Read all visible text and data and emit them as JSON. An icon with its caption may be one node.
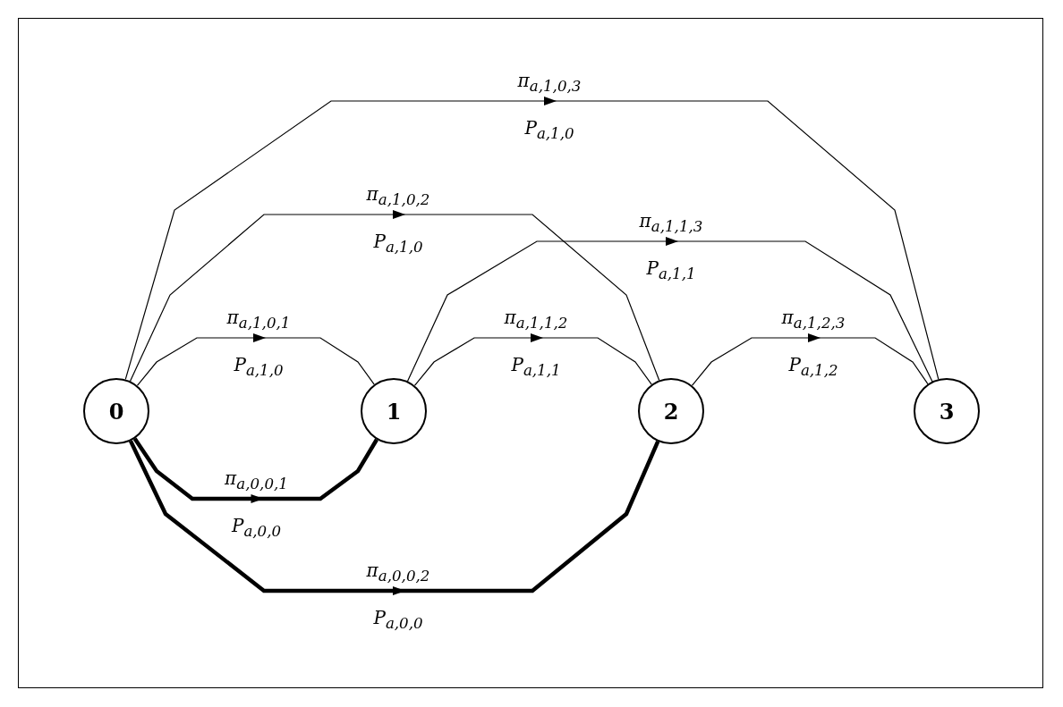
{
  "diagram": {
    "nodes": [
      {
        "text": [
          "0"
        ]
      },
      {
        "text": [
          "1"
        ]
      },
      {
        "text": [
          "2"
        ]
      },
      {
        "text": [
          "3"
        ]
      }
    ],
    "edges": [
      {
        "from": 0,
        "to": 3,
        "arrow": "to",
        "label": "π$_{a,1,0,3}$ P$_{a,1,0}$"
      },
      {
        "from": 0,
        "to": 2,
        "arrow": "to",
        "label": "π$_{a,1,0,2}$ P$_{a,1,0}$"
      },
      {
        "from": 1,
        "to": 3,
        "arrow": "to",
        "label": "π$_{a,1,1,3}$ P$_{a,1,1}$"
      },
      {
        "from": 0,
        "to": 1,
        "arrow": "to",
        "label": "π$_{a,1,0,1}$ P$_{a,1,0}$"
      },
      {
        "from": 1,
        "to": 2,
        "arrow": "to",
        "label": "π$_{a,1,1,2}$ P$_{a,1,1}$"
      },
      {
        "from": 2,
        "to": 3,
        "arrow": "to",
        "label": "π$_{a,1,2,3}$ P$_{a,1,2}$"
      },
      {
        "from": 0,
        "to": 1,
        "arrow": "to",
        "label": "π$_{a,0,0,1}$ P$_{a,0,0}$",
        "style": "thick"
      },
      {
        "from": 0,
        "to": 2,
        "arrow": "to",
        "label": "π$_{a,0,0,2}$ P$_{a,0,0}$",
        "style": "thick"
      }
    ]
  }
}
